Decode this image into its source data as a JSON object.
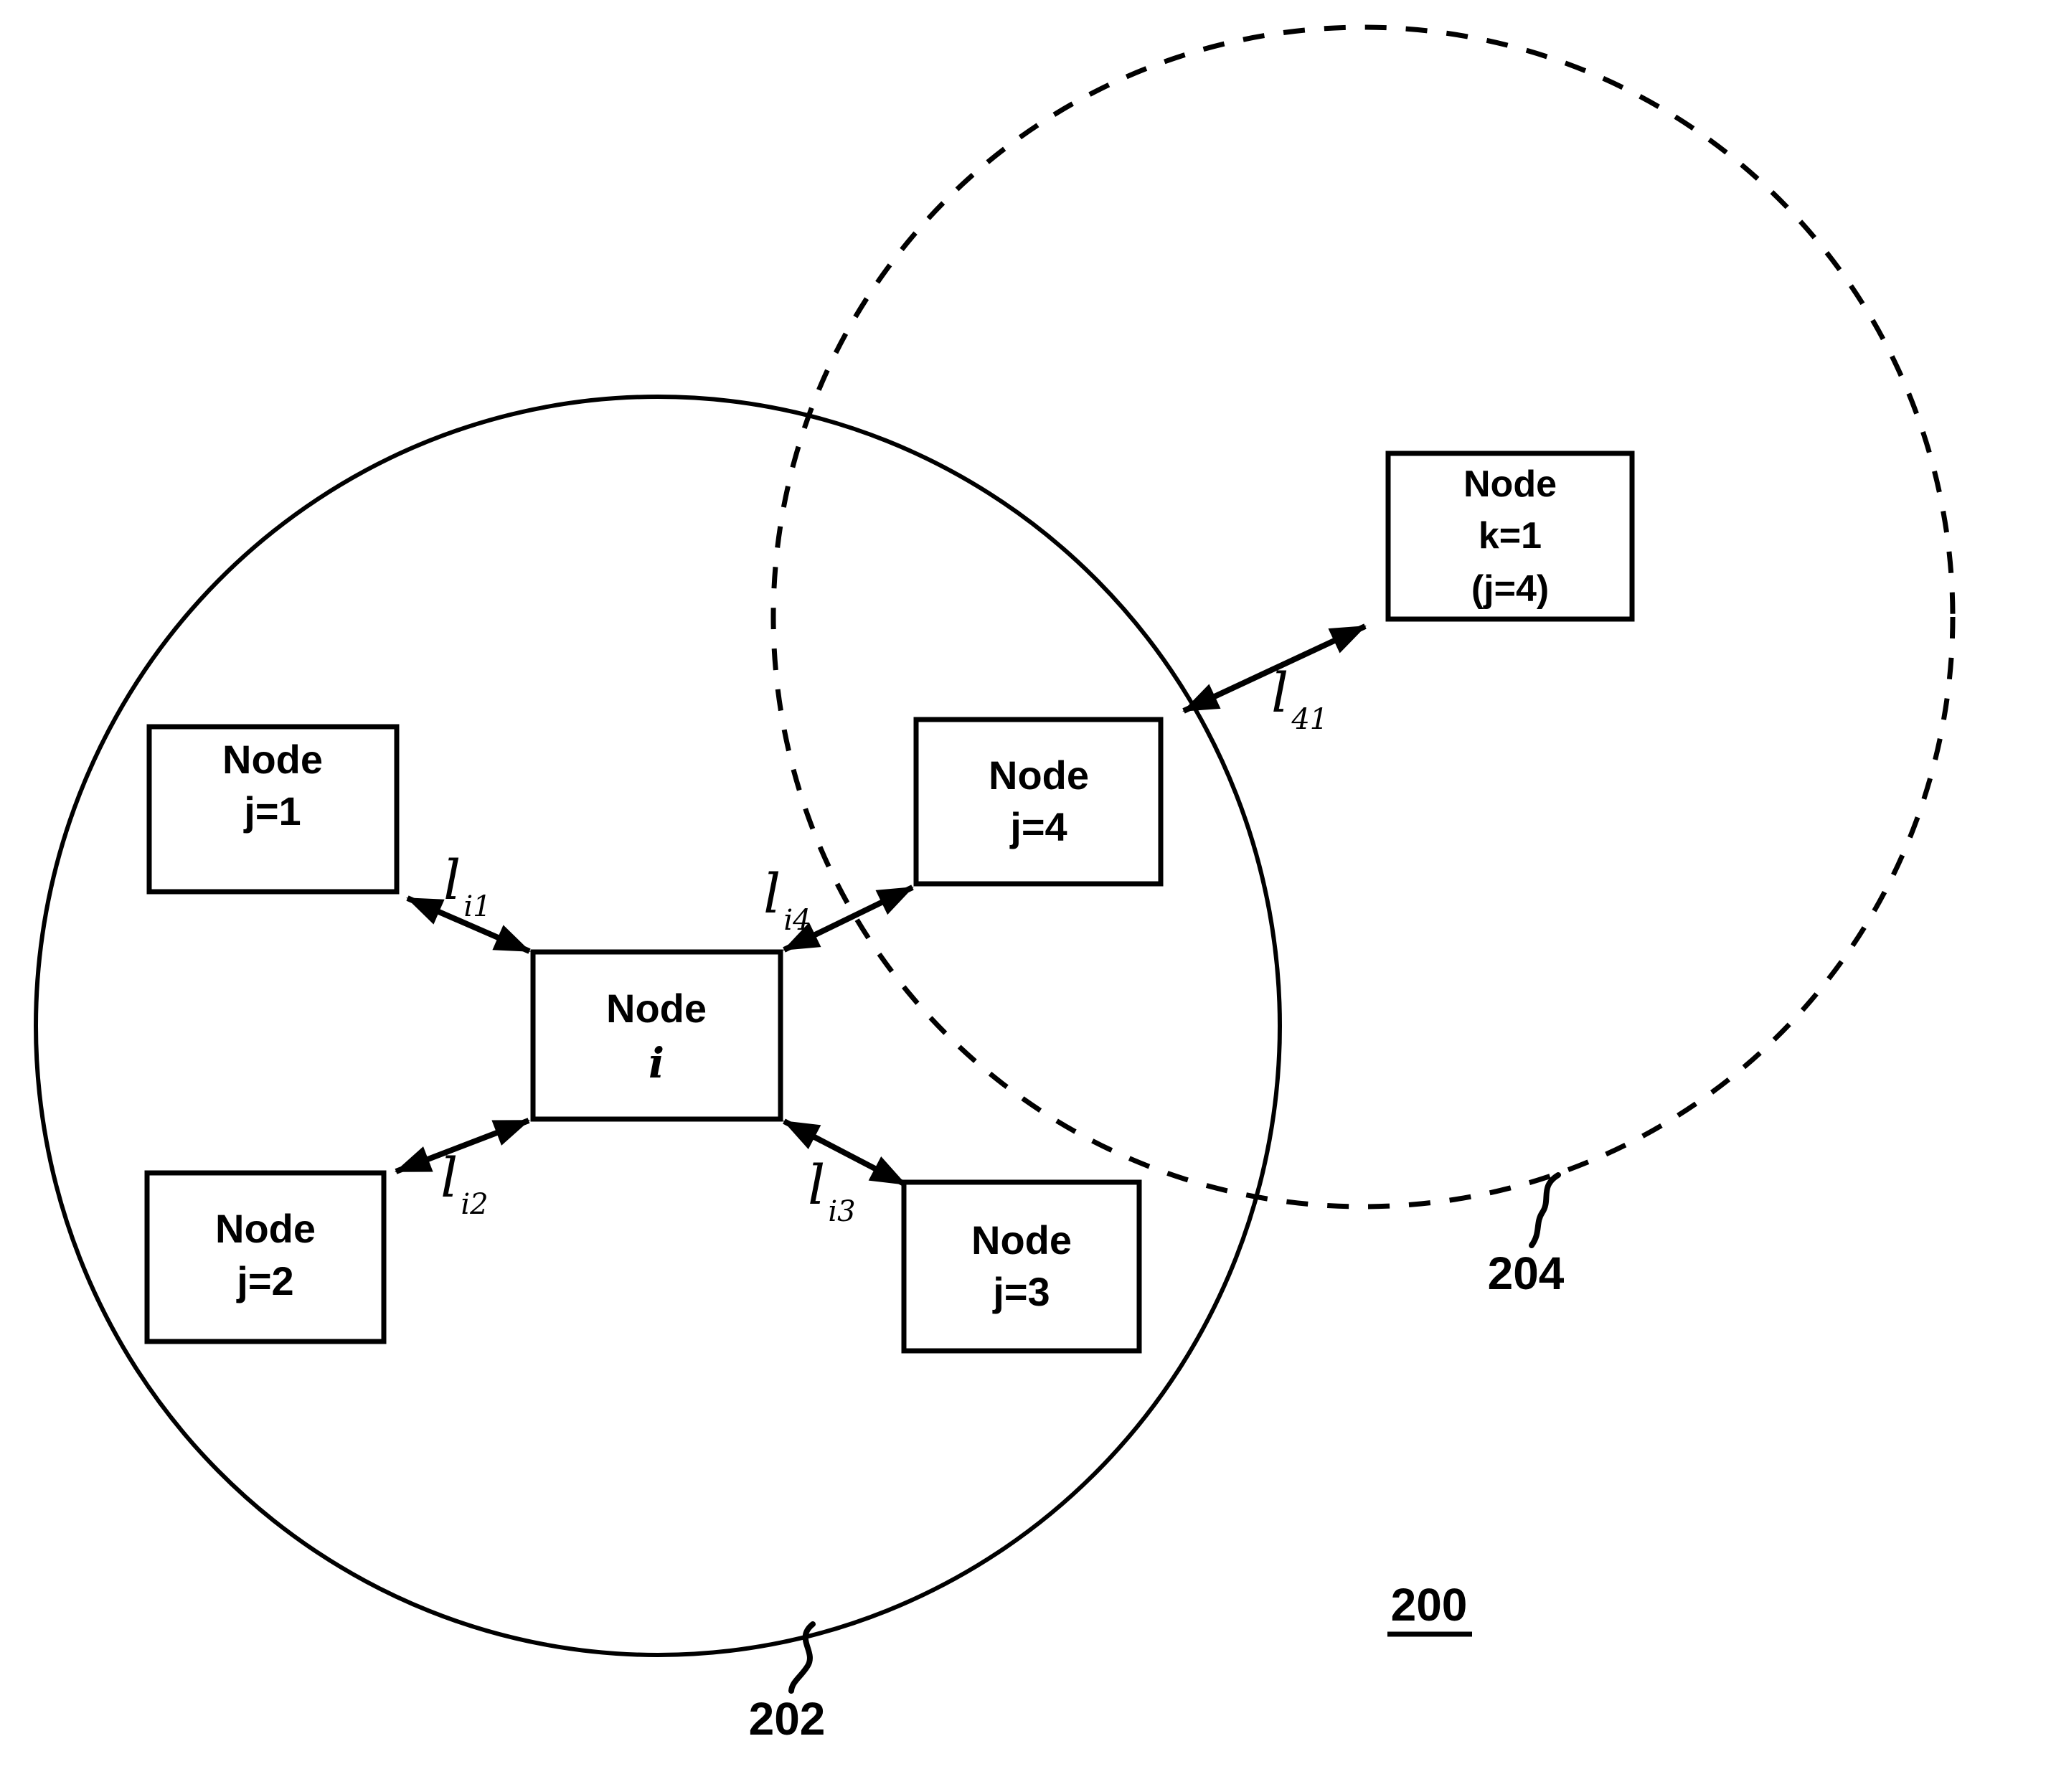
{
  "colors": {
    "background": "#ffffff",
    "ink": "#000000"
  },
  "figure": {
    "number": "200"
  },
  "regions": {
    "local_coverage_circle": {
      "label": "202",
      "style": "solid"
    },
    "neighbor_coverage_circle": {
      "label": "204",
      "style": "dashed"
    }
  },
  "nodes": {
    "j1": {
      "lines": [
        "Node",
        "j=1"
      ]
    },
    "j2": {
      "lines": [
        "Node",
        "j=2"
      ]
    },
    "i": {
      "lines": [
        "Node",
        "i"
      ]
    },
    "j3": {
      "lines": [
        "Node",
        "j=3"
      ]
    },
    "j4": {
      "lines": [
        "Node",
        "j=4"
      ]
    },
    "k1": {
      "lines": [
        "Node",
        "k=1",
        "(j=4)"
      ]
    }
  },
  "links": {
    "li1": {
      "symbol": "l",
      "sub": "i1"
    },
    "li2": {
      "symbol": "l",
      "sub": "i2"
    },
    "li3": {
      "symbol": "l",
      "sub": "i3"
    },
    "li4": {
      "symbol": "l",
      "sub": "i4"
    },
    "l41": {
      "symbol": "l",
      "sub": "41"
    }
  }
}
